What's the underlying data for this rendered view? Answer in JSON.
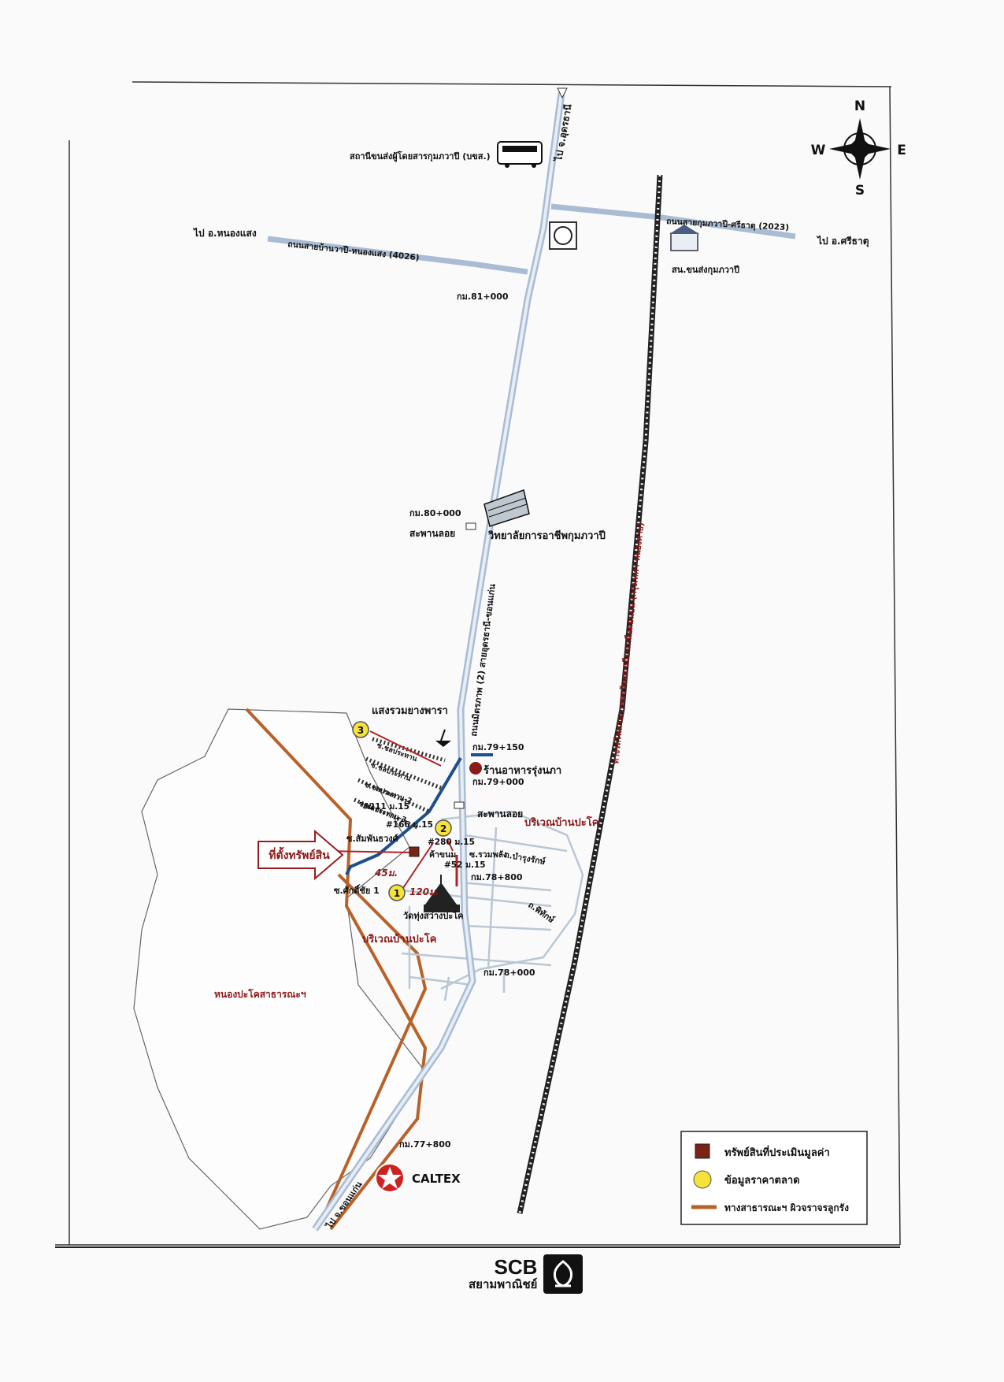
{
  "compass": {
    "n": "N",
    "s": "S",
    "e": "E",
    "w": "W"
  },
  "places": {
    "bus_station": "สถานีขนส่งผู้โดยสารกุมภวาปี (บขส.)",
    "college": "วิทยาลัยการอาชีพกุมภวาปี",
    "district_office": "สน.ขนส่งกุมภวาปี",
    "rubber_shop": "แสงรวมยางพารา",
    "restaurant": "ร้านอาหารรุ่งนภา",
    "temple": "วัดทุ่งสว่างปะโค",
    "caltex": "CALTEX",
    "lake": "หนองปะโคสาธารณะฯ",
    "area_1": "บริเวณบ้านปะโค",
    "area_2": "บริเวณบ้านปะโค",
    "property_sign": "ที่ตั้งทรัพย์สิน"
  },
  "roads": {
    "to_udon": "ไป จ.อุดรธานี",
    "to_nong_saeng": "ไป อ.หนองแสง",
    "road_4026": "ถนนสายบ้านวาปี-หนองแสง (4026)",
    "road_2023": "ถนนสายกุมภวาปี-ศรีธาตุ (2023)",
    "to_si_that": "ไป อ.ศรีธาตุ",
    "highway_2": "ถนนมิตรภาพ (2) สายอุดรธานี-ขอนแก่น",
    "railway": "ทางรถไฟสายภาคตะวันออกเฉียงเหนือตอนบน (กรุงเทพฯ-หนองคาย)",
    "to_khon_kaen": "ไป จ.ขอนแก่น",
    "soi_1": "ซ.ชลประทาน",
    "soi_2": "ซ.ชลประทาน",
    "soi_3": "ซ.ชลประทาน-2",
    "soi_4": "ซ.ชลประทาน-3",
    "soi_sumphan": "ซ.สัมพันธวงศ์",
    "soi_sakdi": "ซ.ศักดิ์ชัย 1",
    "soi_ruam": "ซ.รวมพลัง",
    "road_bamrung": "ถ.บำรุงรักษ์",
    "road_phitak": "ถ.พิทักษ์",
    "pedestrian_bridge_1": "สะพานลอย",
    "pedestrian_bridge_2": "สะพานลอย"
  },
  "km_markers": {
    "km_81": "กม.81+000",
    "km_80": "กม.80+000",
    "km_79_150": "กม.79+150",
    "km_79": "กม.79+000",
    "km_78_800": "กม.78+800",
    "km_78": "กม.78+000",
    "km_77_800": "กม.77+800"
  },
  "addresses": {
    "a211": "#211 ม.15",
    "a166": "#166 ม.15",
    "a280": "#280 ม.15",
    "a52": "#52 ม.15",
    "shop": "ค้าขนม"
  },
  "distances": {
    "d45": "45ม.",
    "d120": "120ม."
  },
  "market_points": [
    "1",
    "2",
    "3"
  ],
  "legend": {
    "property": "ทรัพย์สินที่ประเมินมูลค่า",
    "market": "ข้อมูลราคาตลาด",
    "public_road": "ทางสาธารณะฯ ผิวจราจรลูกรัง"
  },
  "footer": {
    "brand": "SCB",
    "brand_thai": "สยามพาณิชย์"
  },
  "colors": {
    "highway": "#b8c8dc",
    "dirt_road": "#b8622a",
    "access_road": "#1e4f8c",
    "red_line": "#b22222",
    "marker_yellow": "#f6e23a",
    "property": "#7a2418"
  }
}
